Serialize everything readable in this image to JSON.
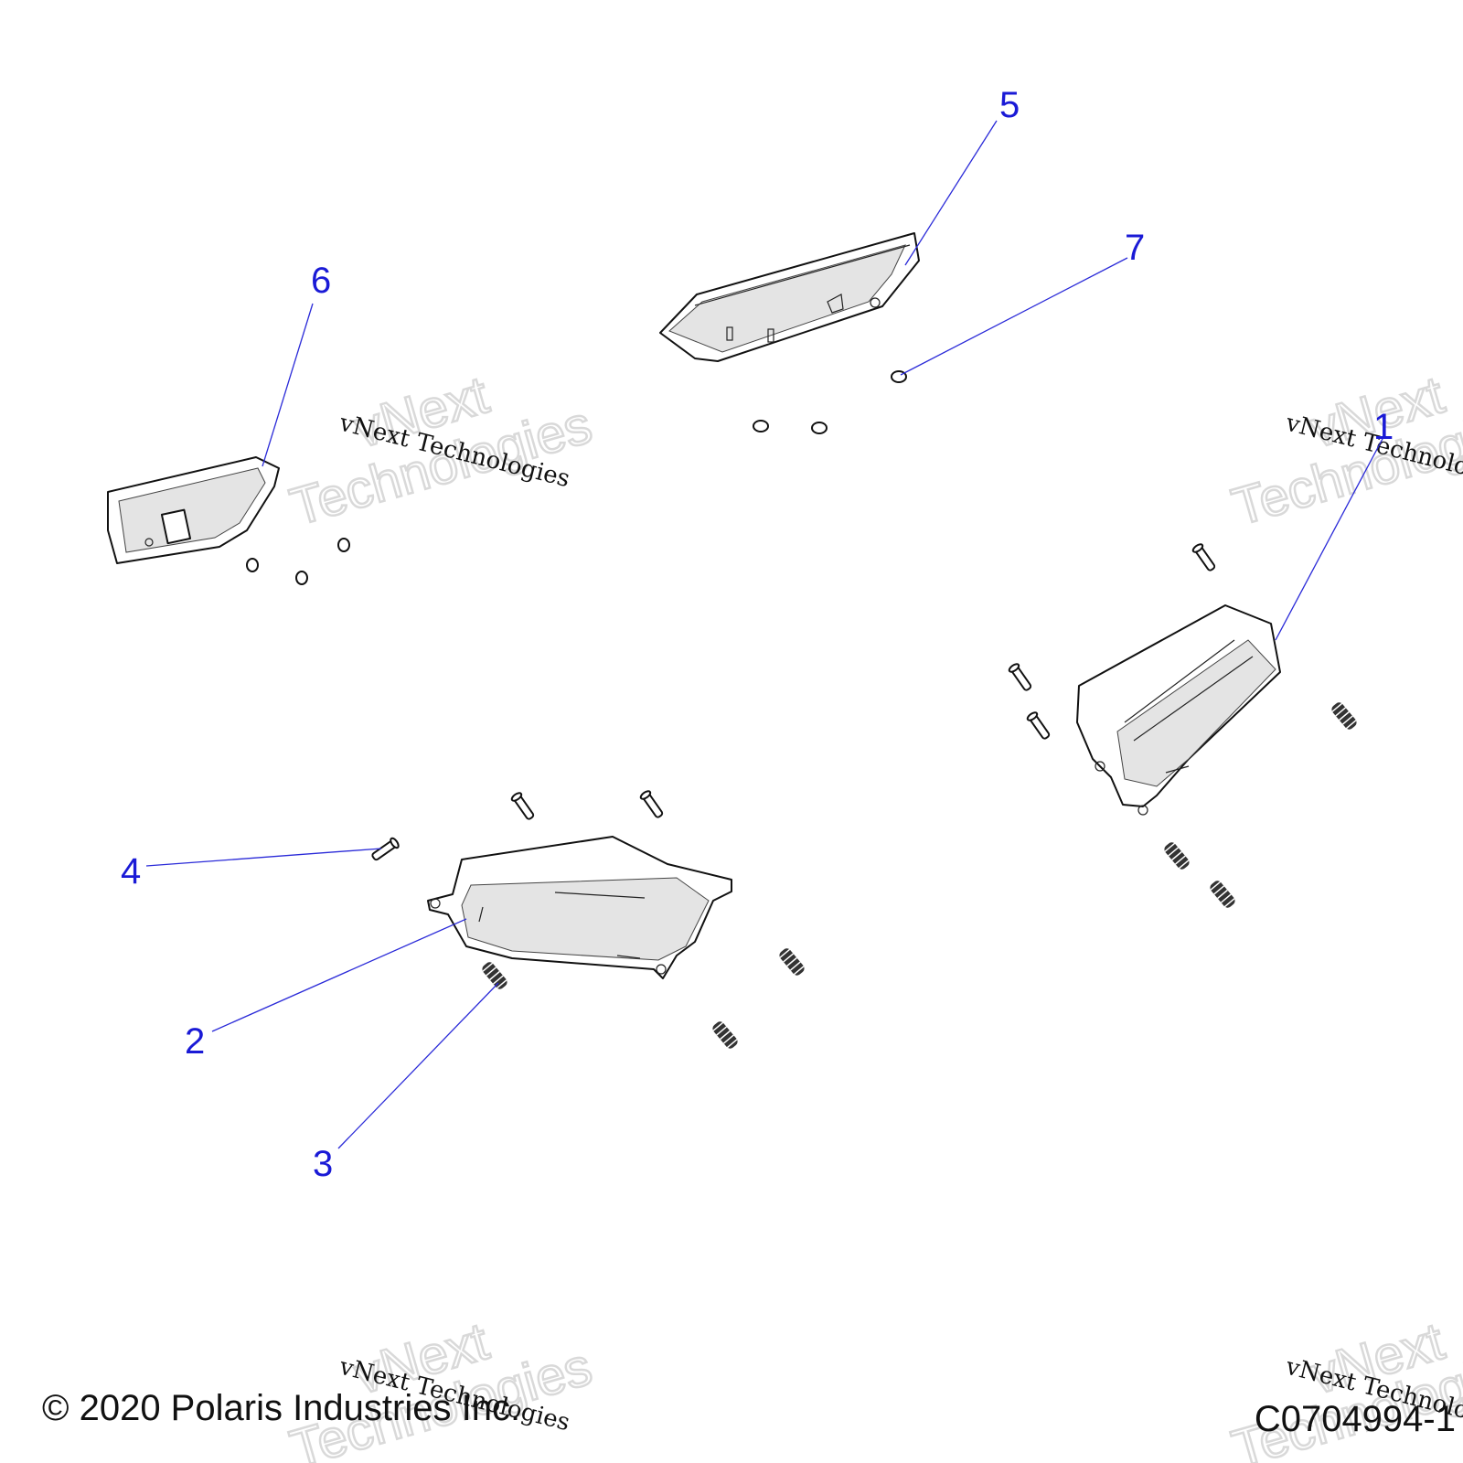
{
  "callouts": [
    {
      "id": "1",
      "part": "headlight-assembly-right"
    },
    {
      "id": "2",
      "part": "headlight-assembly-left"
    },
    {
      "id": "3",
      "part": "spring"
    },
    {
      "id": "4",
      "part": "screw"
    },
    {
      "id": "5",
      "part": "light-lens-upper"
    },
    {
      "id": "6",
      "part": "light-lens-side"
    },
    {
      "id": "7",
      "part": "grommet"
    }
  ],
  "watermark": {
    "small_text": "vNext Technologies",
    "big_line1": "vNext",
    "big_line2": "Technologies"
  },
  "footer": {
    "copyright": "© 2020 Polaris Industries Inc.",
    "figure_id": "C0704994-1"
  }
}
